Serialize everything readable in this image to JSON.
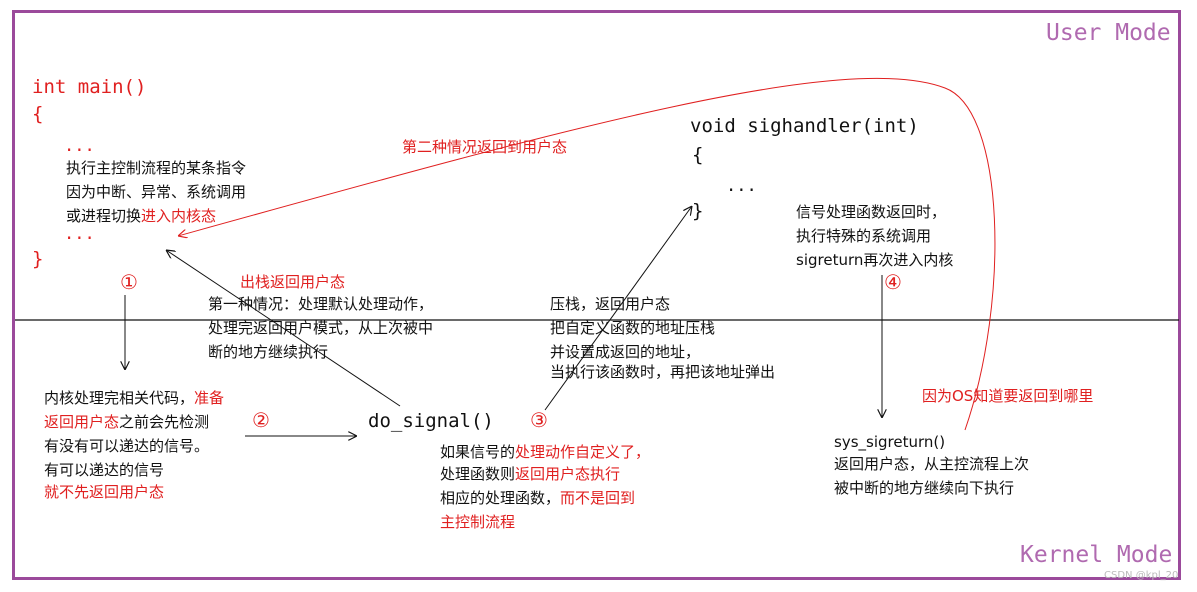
{
  "modes": {
    "user": "User Mode",
    "kernel": "Kernel Mode"
  },
  "main_code": {
    "line1": "int main()",
    "open": "{",
    "dots1": "...",
    "desc1": "执行主控制流程的某条指令",
    "desc2": "因为中断、异常、系统调用",
    "desc3_black": "或进程切换",
    "desc3_red": "进入内核态",
    "dots2": "...",
    "close": "}"
  },
  "handler_code": {
    "sig": "void sighandler(int)",
    "open": "{",
    "dots": "...",
    "close": "}"
  },
  "labels": {
    "second_case": "第二种情况返回到用户态",
    "pop_return": "出栈返回用户态",
    "first_case": [
      "第一种情况：处理默认处理动作，",
      "处理完返回用户模式，从上次被中",
      "断的地方继续执行"
    ],
    "push_stack": [
      "压栈，返回用户态",
      "把自定义函数的地址压栈",
      "并设置成返回的地址，",
      "当执行该函数时，再把该地址弹出"
    ],
    "handler_return": [
      "信号处理函数返回时，",
      "执行特殊的系统调用",
      "sigreturn再次进入内核"
    ],
    "kernel_check": {
      "l1_black": "内核处理完相关代码，",
      "l1_red": "准备",
      "l2_red": "返回用户态",
      "l2_black": "之前会先检测",
      "l3": "有没有可以递达的信号。",
      "l4": "有可以递达的信号",
      "l5_red": "就不先返回用户态"
    },
    "do_signal": "do_signal()",
    "custom_action": {
      "l1_black": "如果信号的",
      "l1_red": "处理动作自定义了，",
      "l2_black": "处理函数则",
      "l2_red": "返回用户态执行",
      "l3_black": "相应的处理函数，",
      "l3_red": "而不是回到",
      "l4_red": "主控制流程"
    },
    "os_knows": "因为OS知道要返回到哪里",
    "sys_sigreturn": [
      "sys_sigreturn()",
      "返回用户态，从主控流程上次",
      "被中断的地方继续向下执行"
    ]
  },
  "steps": {
    "s1": "①",
    "s2": "②",
    "s3": "③",
    "s4": "④"
  },
  "watermark": "CSDN @kpl_20",
  "colors": {
    "frame": "#9b4a9b",
    "mode_text": "#b06ab0",
    "red": "#e02020",
    "black": "#111111"
  }
}
